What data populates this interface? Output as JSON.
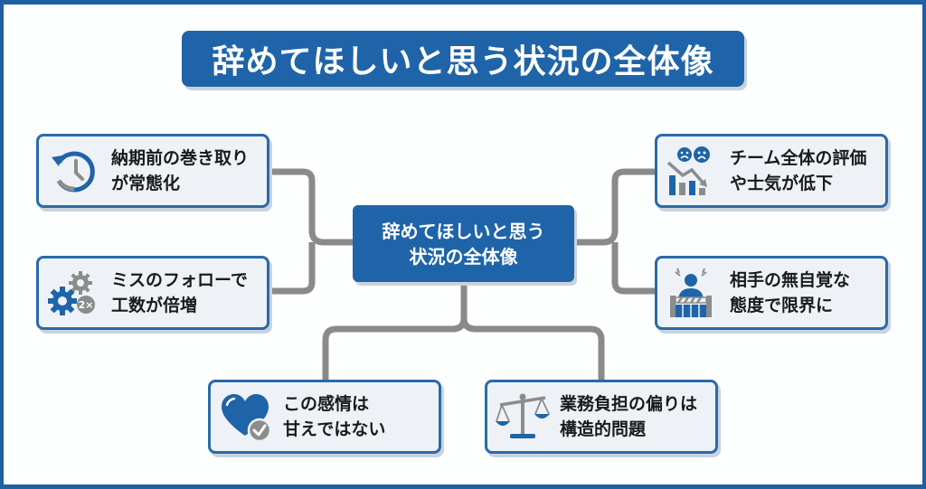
{
  "title": "辞めてほしいと思う状況の全体像",
  "center": {
    "line1": "辞めてほしいと思う",
    "line2": "状況の全体像"
  },
  "nodes": [
    {
      "id": "deadline",
      "icon": "clock-rewind-icon",
      "line1": "納期前の巻き取り",
      "line2": "が常態化"
    },
    {
      "id": "mistakes",
      "icon": "gears-2x-icon",
      "line1": "ミスのフォローで",
      "line2": "工数が倍増"
    },
    {
      "id": "team",
      "icon": "declining-chart-sad-faces-icon",
      "line1": "チーム全体の評価",
      "line2": "や士気が低下"
    },
    {
      "id": "limit",
      "icon": "frustrated-person-barrier-icon",
      "line1": "相手の無自覚な",
      "line2": "態度で限界に"
    },
    {
      "id": "feeling",
      "icon": "heart-check-icon",
      "line1": "この感情は",
      "line2": "甘えではない"
    },
    {
      "id": "structure",
      "icon": "balance-scale-icon",
      "line1": "業務負担の偏りは",
      "line2": "構造的問題"
    }
  ],
  "colors": {
    "primary": "#1f64a8",
    "card_bg": "#eef2f7",
    "connector": "#8a8a8a",
    "icon_gray": "#8c8c8c"
  }
}
